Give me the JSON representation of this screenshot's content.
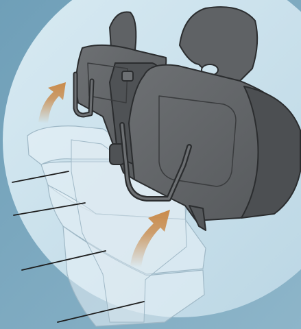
{
  "illustration": {
    "subject": "rear-seat-fold-up-diagram",
    "arrow_count": 2,
    "callout_line_count": 4,
    "colors": {
      "background": "#7aa6bd",
      "spotlight": "#cfe4ee",
      "seat_dark": "#5f6265",
      "seat_outline": "#2b2d2f",
      "ghost_cushion": "#e9f2f7",
      "arrow": "#c98a4a",
      "callout_line": "#1c1c1c"
    },
    "icons": {
      "fold_arrow": "curved-up-arrow-icon",
      "headrest": "headrest-icon",
      "grab_handle": "handle-icon"
    }
  }
}
